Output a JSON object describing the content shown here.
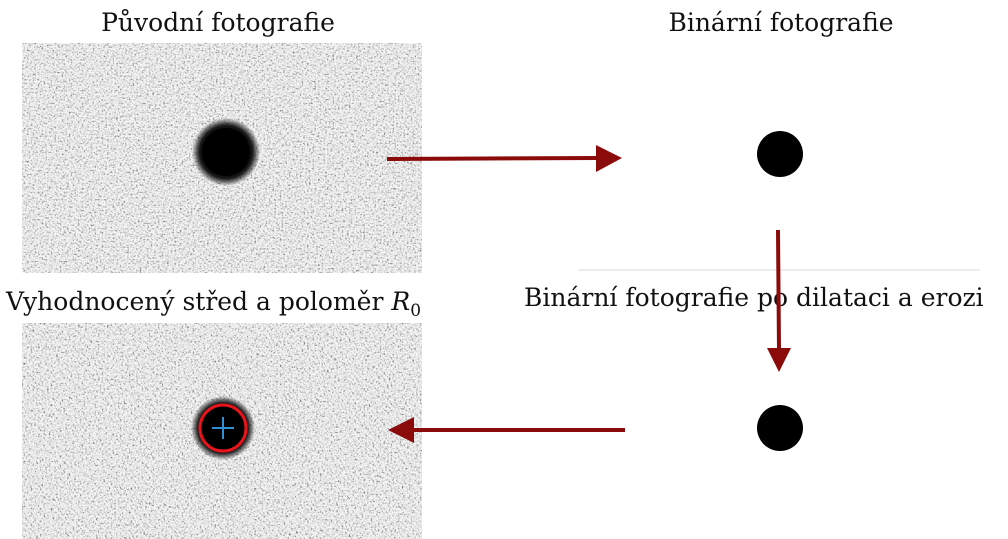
{
  "labels": {
    "original": "Původní fotografie",
    "binary": "Binární fotografie",
    "binary_processed": "Binární fotografie po dilataci a erozi",
    "evaluated_prefix": "Vyhodnocený střed a poloměr ",
    "radius_symbol": "R",
    "radius_subscript": "0"
  },
  "colors": {
    "arrow": "#8b0a0a",
    "circle_outline": "#e8141c",
    "center_cross": "#2f8fd6",
    "speckle_bg": "#b9b9b9",
    "speckle_dot": "#161616",
    "hole": "#000000"
  },
  "icons": {
    "arrow_1": "arrow-right-icon",
    "arrow_2": "arrow-down-icon",
    "arrow_3": "arrow-left-icon",
    "center_marker": "crosshair-icon"
  }
}
